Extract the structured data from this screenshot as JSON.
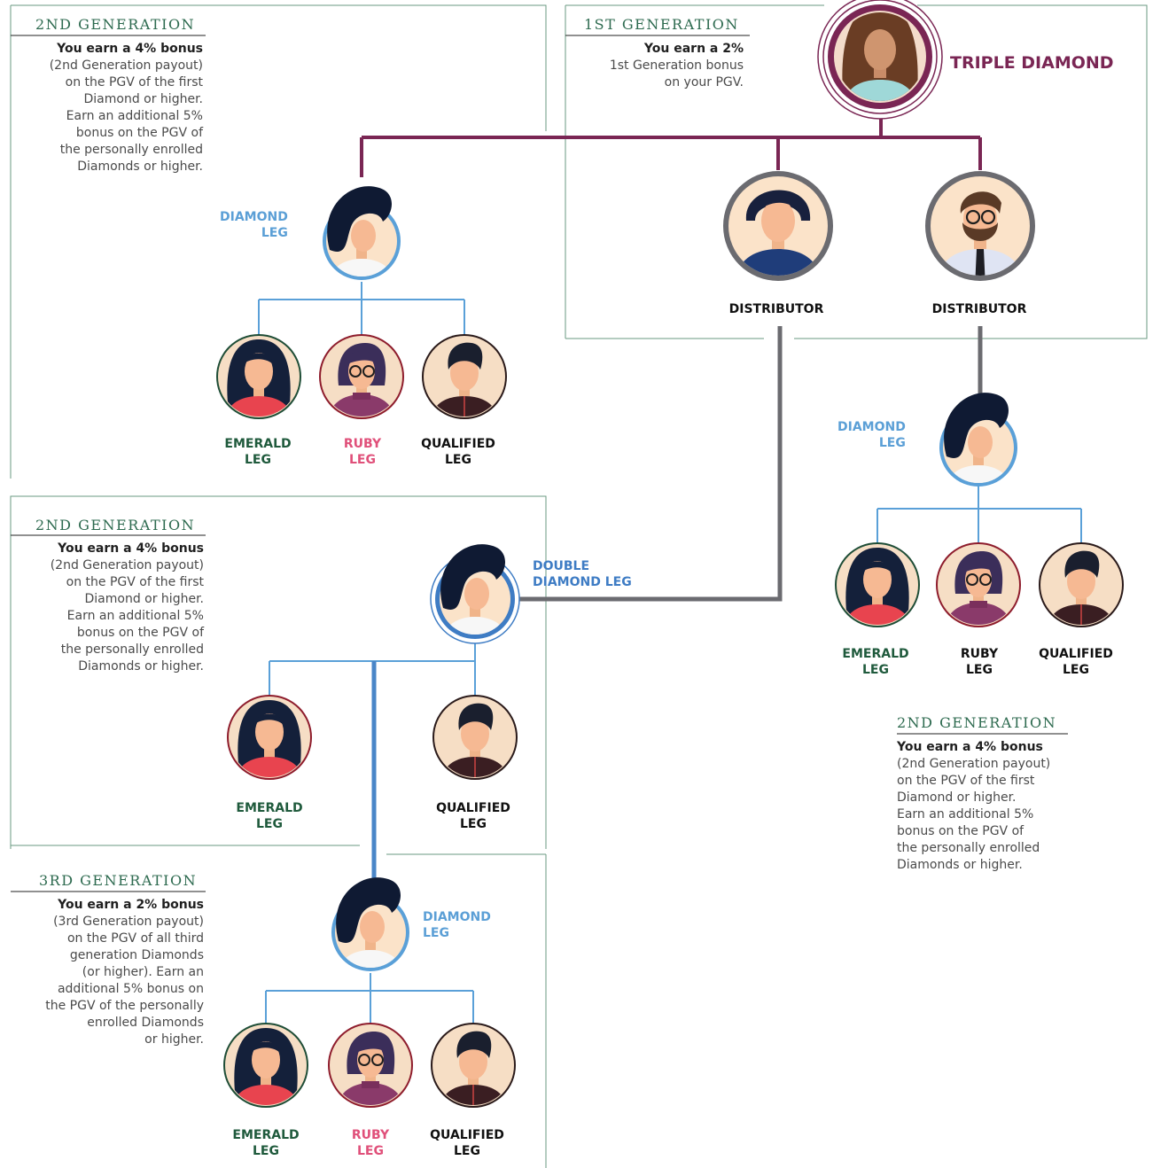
{
  "colors": {
    "panel_border": "#6a9a80",
    "purple": "#7a2654",
    "gray_line": "#6b6b70",
    "blue_line": "#5aa0d8",
    "blue_thick": "#4a86c8",
    "diamond_label": "#5b9fd6",
    "double_label": "#3e7cc4",
    "emerald_label": "#1f5a3c",
    "ruby_label": "#e0507a",
    "qualified_label": "#111111",
    "distributor_label": "#111111",
    "triple_label": "#7a2654",
    "emerald_ring": "#1e4d36",
    "ruby_ring": "#8e1c2c",
    "qualified_ring": "#2a1a1a"
  },
  "panels": {
    "top_left": {
      "title": "2ND GENERATION",
      "bold": "You earn a 4% bonus",
      "lines": [
        "(2nd Generation payout)",
        "on the PGV of the first",
        "Diamond or higher.",
        "Earn an additional 5%",
        "bonus on the PGV of",
        "the personally enrolled",
        "Diamonds or higher."
      ]
    },
    "first_gen": {
      "title": "1ST GENERATION",
      "bold": "You earn a 2%",
      "lines": [
        "1st Generation bonus",
        "on your PGV."
      ]
    },
    "mid_left": {
      "title": "2ND GENERATION",
      "bold": "You earn a 4% bonus",
      "lines": [
        "(2nd Generation payout)",
        "on the PGV of the first",
        "Diamond or higher.",
        "Earn an additional 5%",
        "bonus on the PGV of",
        "the personally enrolled",
        "Diamonds or higher."
      ]
    },
    "bottom_left": {
      "title": "3RD GENERATION",
      "bold": "You earn a 2% bonus",
      "lines": [
        "(3rd Generation payout)",
        "on the PGV of all third",
        "generation Diamonds",
        "(or higher). Earn an",
        "additional 5% bonus on",
        "the PGV of the personally",
        "enrolled Diamonds",
        "or higher."
      ]
    },
    "right": {
      "title": "2ND GENERATION",
      "bold": "You earn a 4% bonus",
      "lines": [
        "(2nd Generation payout)",
        "on the PGV of the first",
        "Diamond or higher.",
        "Earn an additional 5%",
        "bonus on the PGV of",
        "the personally enrolled",
        "Diamonds or higher."
      ]
    }
  },
  "labels": {
    "triple_diamond": "TRIPLE DIAMOND",
    "distributor": "DISTRIBUTOR",
    "diamond": "DIAMOND",
    "leg": "LEG",
    "double": "DOUBLE",
    "double_diamond_leg": "DIAMOND LEG",
    "emerald": "EMERALD",
    "ruby": "RUBY",
    "qualified": "QUALIFIED"
  }
}
